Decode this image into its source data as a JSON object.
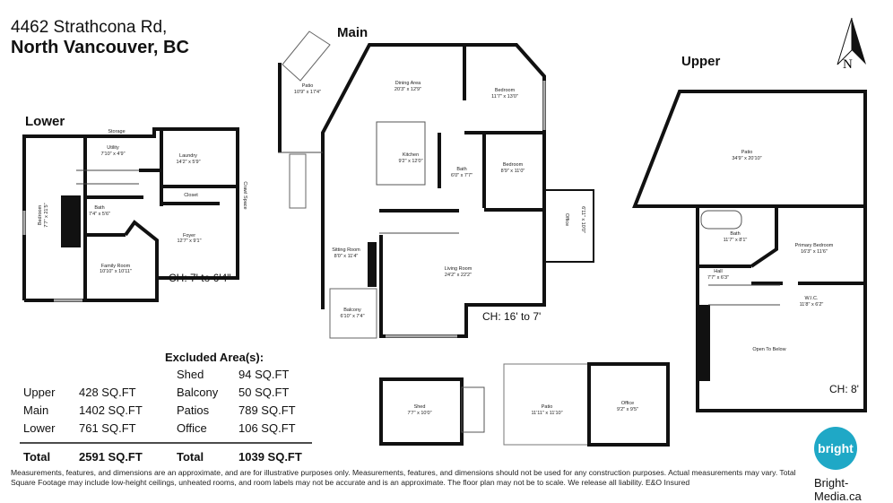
{
  "header": {
    "address_line1": "4462 Strathcona Rd,",
    "address_line2": "North Vancouver, BC"
  },
  "compass": {
    "label": "N"
  },
  "levels": {
    "lower": {
      "title": "Lower",
      "ceiling": "CH: 7' to 6'4\"",
      "rooms": [
        {
          "name": "Storage",
          "dims": ""
        },
        {
          "name": "Utility",
          "dims": "7'10\" x 4'9\""
        },
        {
          "name": "Laundry",
          "dims": "14'2\" x 5'9\""
        },
        {
          "name": "Closet",
          "dims": ""
        },
        {
          "name": "Crawl Space",
          "dims": ""
        },
        {
          "name": "Bath",
          "dims": "7'4\" x 5'6\""
        },
        {
          "name": "Bedroom",
          "dims": "7'7\" x 21'5\""
        },
        {
          "name": "Foyer",
          "dims": "12'7\" x 9'1\""
        },
        {
          "name": "Family Room",
          "dims": "10'10\" x 10'11\""
        }
      ]
    },
    "main": {
      "title": "Main",
      "ceiling": "CH: 16' to 7'",
      "rooms": [
        {
          "name": "Patio",
          "dims": "10'9\" x 17'4\""
        },
        {
          "name": "Dining Area",
          "dims": "20'3\" x 12'9\""
        },
        {
          "name": "Bedroom",
          "dims": "11'7\" x 13'0\""
        },
        {
          "name": "Kitchen",
          "dims": "9'2\" x 12'0\""
        },
        {
          "name": "Bath",
          "dims": "6'0\" x 7'7\""
        },
        {
          "name": "Bedroom",
          "dims": "8'9\" x 11'0\""
        },
        {
          "name": "Office",
          "dims": "6'11\" x 10'0\""
        },
        {
          "name": "Sitting Room",
          "dims": "8'0\" x 11'4\""
        },
        {
          "name": "Living Room",
          "dims": "24'2\" x 22'2\""
        },
        {
          "name": "Balcony",
          "dims": "6'10\" x 7'4\""
        }
      ]
    },
    "upper": {
      "title": "Upper",
      "ceiling": "CH: 8'",
      "rooms": [
        {
          "name": "Patio",
          "dims": "34'9\" x 20'10\""
        },
        {
          "name": "Bath",
          "dims": "11'7\" x 8'1\""
        },
        {
          "name": "Primary Bedroom",
          "dims": "16'3\" x 11'6\""
        },
        {
          "name": "Hall",
          "dims": "7'7\" x 6'3\""
        },
        {
          "name": "W.I.C.",
          "dims": "11'8\" x 6'2\""
        },
        {
          "name": "Open To Below",
          "dims": ""
        }
      ]
    },
    "outbuildings": {
      "rooms": [
        {
          "name": "Shed",
          "dims": "7'7\" x 10'0\""
        },
        {
          "name": "Patio",
          "dims": "11'11\" x 11'10\""
        },
        {
          "name": "Office",
          "dims": "9'2\" x 9'5\""
        }
      ]
    }
  },
  "area_summary": {
    "rows": [
      {
        "label": "Upper",
        "value": "428 SQ.FT"
      },
      {
        "label": "Main",
        "value": "1402 SQ.FT"
      },
      {
        "label": "Lower",
        "value": "761 SQ.FT"
      }
    ],
    "total": {
      "label": "Total",
      "value": "2591 SQ.FT"
    }
  },
  "excluded": {
    "title": "Excluded Area(s):",
    "rows": [
      {
        "label": "Shed",
        "value": "94 SQ.FT"
      },
      {
        "label": "Balcony",
        "value": "50 SQ.FT"
      },
      {
        "label": "Patios",
        "value": "789 SQ.FT"
      },
      {
        "label": "Office",
        "value": "106 SQ.FT"
      }
    ],
    "total": {
      "label": "Total",
      "value": "1039 SQ.FT"
    }
  },
  "disclaimer": "Measurements, features, and dimensions are an approximate, and are for illustrative purposes only. Measurements, features, and dimensions should not be used for any construction purposes. Actual measurements may vary. Total Square Footage may include low-height ceilings, unheated rooms, and room labels may not be accurate and is an approximate. The floor plan may not be to scale. We release all liability. E&O Insured",
  "brand": {
    "logo_text": "bright",
    "site": "Bright-Media.ca",
    "color": "#1fa8c6"
  }
}
